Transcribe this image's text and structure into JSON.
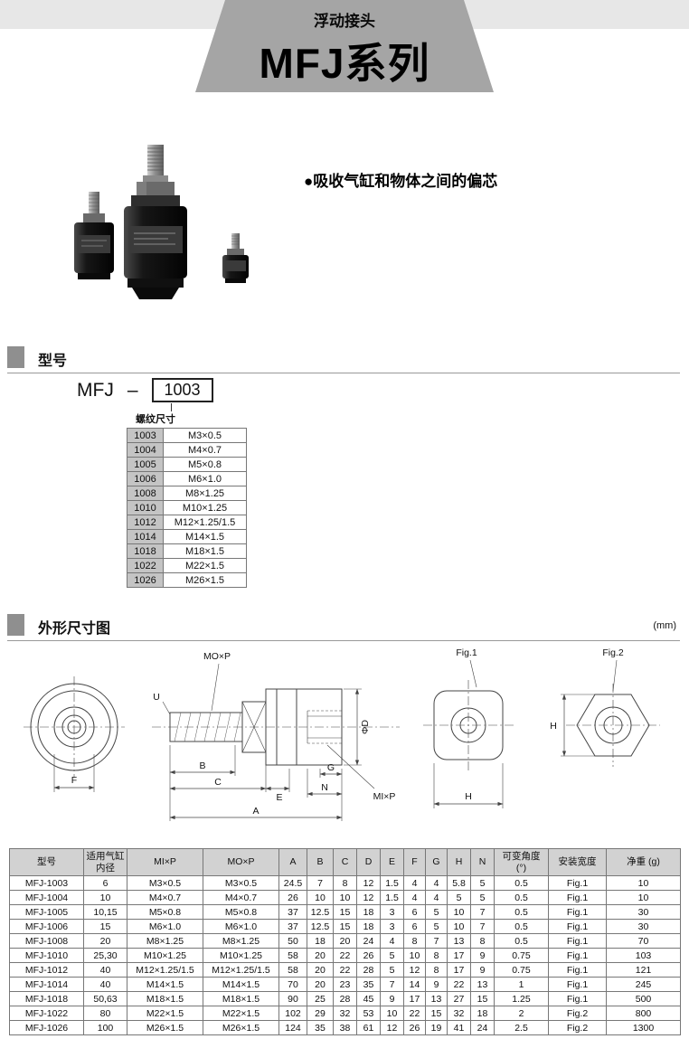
{
  "header": {
    "subtitle": "浮动接头",
    "title": "MFJ系列"
  },
  "feature": {
    "bullet": "●吸收气缸和物体之间的偏芯"
  },
  "model_section": {
    "heading": "型号",
    "builder": {
      "prefix": "MFJ",
      "separator": "–",
      "code": "1003"
    },
    "thread_label": "螺纹尺寸",
    "thread_table": [
      {
        "code": "1003",
        "size": "M3×0.5"
      },
      {
        "code": "1004",
        "size": "M4×0.7"
      },
      {
        "code": "1005",
        "size": "M5×0.8"
      },
      {
        "code": "1006",
        "size": "M6×1.0"
      },
      {
        "code": "1008",
        "size": "M8×1.25"
      },
      {
        "code": "1010",
        "size": "M10×1.25"
      },
      {
        "code": "1012",
        "size": "M12×1.25/1.5"
      },
      {
        "code": "1014",
        "size": "M14×1.5"
      },
      {
        "code": "1018",
        "size": "M18×1.5"
      },
      {
        "code": "1022",
        "size": "M22×1.5"
      },
      {
        "code": "1026",
        "size": "M26×1.5"
      }
    ]
  },
  "dimension_section": {
    "heading": "外形尺寸图",
    "unit": "(mm)",
    "labels": {
      "mo_p": "MO×P",
      "mi_p": "MI×P",
      "phi_d": "ΦD",
      "u": "U",
      "a": "A",
      "b": "B",
      "c": "C",
      "e": "E",
      "f": "F",
      "g": "G",
      "n": "N",
      "fig1": "Fig.1",
      "fig2": "Fig.2",
      "h_fig1": "H",
      "h_fig2": "H"
    }
  },
  "spec_table": {
    "headers": [
      "型号",
      "适用气缸\n内径",
      "MI×P",
      "MO×P",
      "A",
      "B",
      "C",
      "D",
      "E",
      "F",
      "G",
      "H",
      "N",
      "可变角度\n(°)",
      "安装宽度",
      "净重 (g)"
    ],
    "rows": [
      [
        "MFJ-1003",
        "6",
        "M3×0.5",
        "M3×0.5",
        "24.5",
        "7",
        "8",
        "12",
        "1.5",
        "4",
        "4",
        "5.8",
        "5",
        "0.5",
        "Fig.1",
        "10"
      ],
      [
        "MFJ-1004",
        "10",
        "M4×0.7",
        "M4×0.7",
        "26",
        "10",
        "10",
        "12",
        "1.5",
        "4",
        "4",
        "5",
        "5",
        "0.5",
        "Fig.1",
        "10"
      ],
      [
        "MFJ-1005",
        "10,15",
        "M5×0.8",
        "M5×0.8",
        "37",
        "12.5",
        "15",
        "18",
        "3",
        "6",
        "5",
        "10",
        "7",
        "0.5",
        "Fig.1",
        "30"
      ],
      [
        "MFJ-1006",
        "15",
        "M6×1.0",
        "M6×1.0",
        "37",
        "12.5",
        "15",
        "18",
        "3",
        "6",
        "5",
        "10",
        "7",
        "0.5",
        "Fig.1",
        "30"
      ],
      [
        "MFJ-1008",
        "20",
        "M8×1.25",
        "M8×1.25",
        "50",
        "18",
        "20",
        "24",
        "4",
        "8",
        "7",
        "13",
        "8",
        "0.5",
        "Fig.1",
        "70"
      ],
      [
        "MFJ-1010",
        "25,30",
        "M10×1.25",
        "M10×1.25",
        "58",
        "20",
        "22",
        "26",
        "5",
        "10",
        "8",
        "17",
        "9",
        "0.75",
        "Fig.1",
        "103"
      ],
      [
        "MFJ-1012",
        "40",
        "M12×1.25/1.5",
        "M12×1.25/1.5",
        "58",
        "20",
        "22",
        "28",
        "5",
        "12",
        "8",
        "17",
        "9",
        "0.75",
        "Fig.1",
        "121"
      ],
      [
        "MFJ-1014",
        "40",
        "M14×1.5",
        "M14×1.5",
        "70",
        "20",
        "23",
        "35",
        "7",
        "14",
        "9",
        "22",
        "13",
        "1",
        "Fig.1",
        "245"
      ],
      [
        "MFJ-1018",
        "50,63",
        "M18×1.5",
        "M18×1.5",
        "90",
        "25",
        "28",
        "45",
        "9",
        "17",
        "13",
        "27",
        "15",
        "1.25",
        "Fig.1",
        "500"
      ],
      [
        "MFJ-1022",
        "80",
        "M22×1.5",
        "M22×1.5",
        "102",
        "29",
        "32",
        "53",
        "10",
        "22",
        "15",
        "32",
        "18",
        "2",
        "Fig.2",
        "800"
      ],
      [
        "MFJ-1026",
        "100",
        "M26×1.5",
        "M26×1.5",
        "124",
        "35",
        "38",
        "61",
        "12",
        "26",
        "19",
        "41",
        "24",
        "2.5",
        "Fig.2",
        "1300"
      ]
    ]
  }
}
